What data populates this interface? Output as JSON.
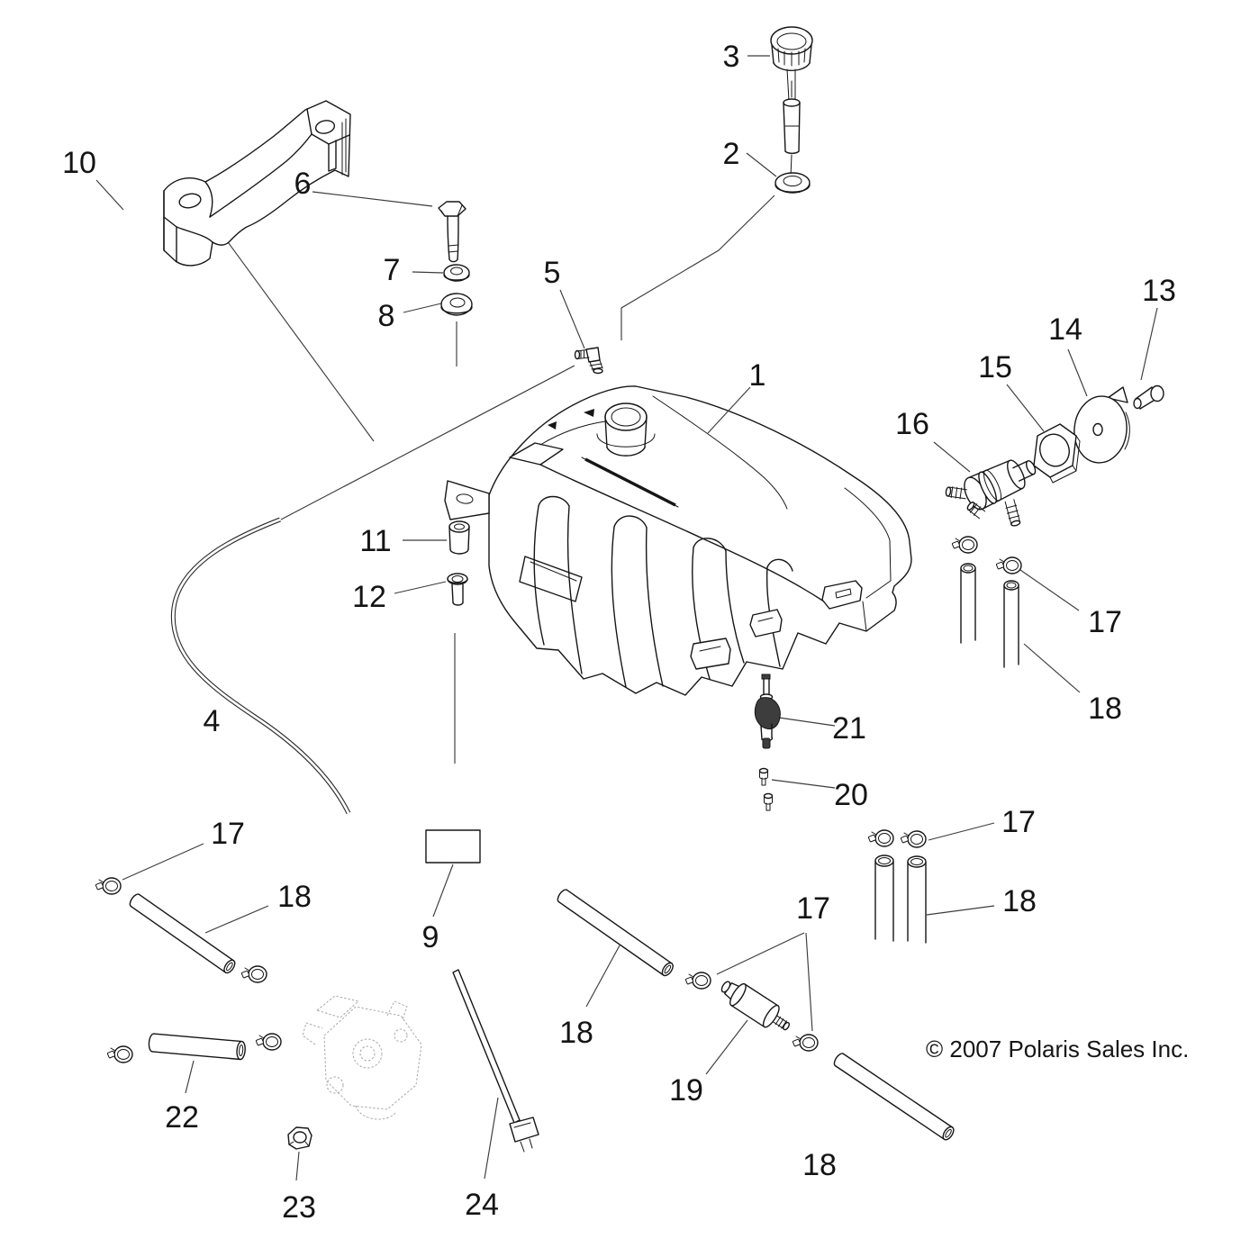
{
  "copyright": "© 2007 Polaris Sales Inc.",
  "callouts": [
    {
      "text": "10"
    },
    {
      "text": "6"
    },
    {
      "text": "7"
    },
    {
      "text": "8"
    },
    {
      "text": "5"
    },
    {
      "text": "3"
    },
    {
      "text": "2"
    },
    {
      "text": "1"
    },
    {
      "text": "13"
    },
    {
      "text": "14"
    },
    {
      "text": "15"
    },
    {
      "text": "16"
    },
    {
      "text": "11"
    },
    {
      "text": "12"
    },
    {
      "text": "4"
    },
    {
      "text": "21"
    },
    {
      "text": "20"
    },
    {
      "text": "17"
    },
    {
      "text": "18"
    },
    {
      "text": "17"
    },
    {
      "text": "18"
    },
    {
      "text": "9"
    },
    {
      "text": "17"
    },
    {
      "text": "18"
    },
    {
      "text": "17"
    },
    {
      "text": "18"
    },
    {
      "text": "19"
    },
    {
      "text": "22"
    },
    {
      "text": "23"
    },
    {
      "text": "24"
    },
    {
      "text": "18"
    }
  ]
}
